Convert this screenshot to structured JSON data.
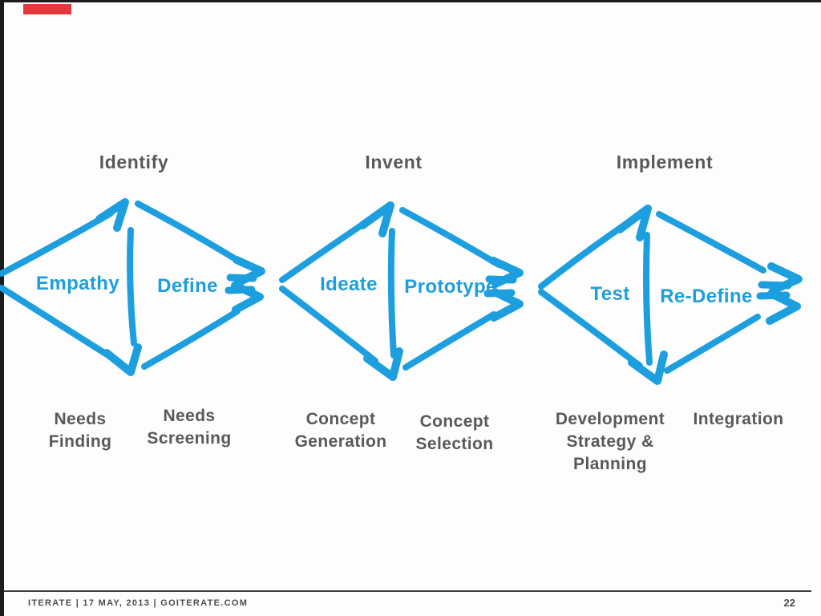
{
  "slide": {
    "stage_headers": [
      {
        "label": "Identify"
      },
      {
        "label": "Invent"
      },
      {
        "label": "Implement"
      }
    ],
    "diamond_labels": [
      {
        "left": "Empathy",
        "right": "Define"
      },
      {
        "left": "Ideate",
        "right": "Prototype"
      },
      {
        "left": "Test",
        "right": "Re-Define"
      }
    ],
    "phase_labels": [
      {
        "lines": [
          "Needs",
          "Finding"
        ]
      },
      {
        "lines": [
          "Needs",
          "Screening"
        ]
      },
      {
        "lines": [
          "Concept",
          "Generation"
        ]
      },
      {
        "lines": [
          "Concept",
          "Selection"
        ]
      },
      {
        "lines": [
          "Development",
          "Strategy &",
          "Planning"
        ]
      },
      {
        "lines": [
          "Integration"
        ]
      }
    ],
    "colors": {
      "accent_blue": "#1d9fdf",
      "text_gray": "#58595b",
      "brand_red": "#e23a3c",
      "border_black": "#1c1c1c"
    }
  },
  "footer": {
    "left_text": "ITERATE | 17 MAY, 2013 | GOITERATE.COM",
    "page_number": "22"
  }
}
